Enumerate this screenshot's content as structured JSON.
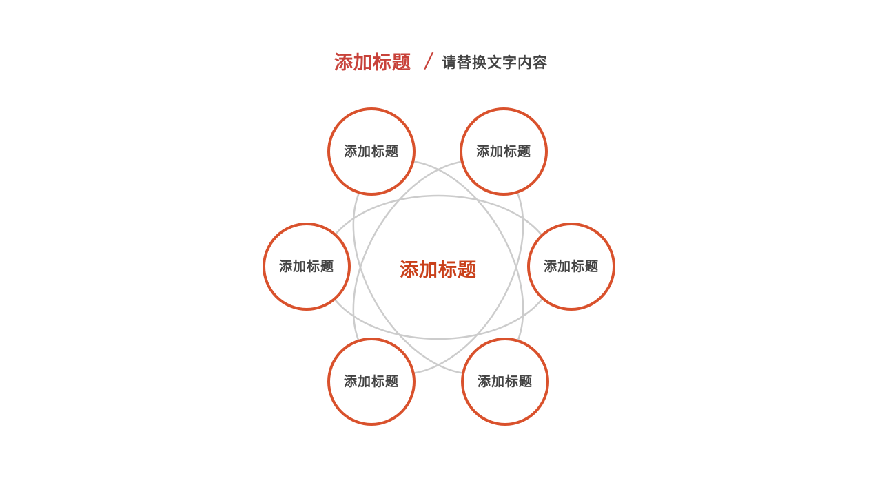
{
  "header": {
    "title": "添加标题",
    "separator": "/",
    "subtitle": "请替换文字内容"
  },
  "diagram": {
    "center_label": "添加标题",
    "nodes": [
      {
        "label": "添加标题",
        "position": "top-left"
      },
      {
        "label": "添加标题",
        "position": "top-right"
      },
      {
        "label": "添加标题",
        "position": "left"
      },
      {
        "label": "添加标题",
        "position": "right"
      },
      {
        "label": "添加标题",
        "position": "bottom-left"
      },
      {
        "label": "添加标题",
        "position": "bottom-right"
      }
    ]
  },
  "colors": {
    "title_red": "#C8423A",
    "node_border": "#D9512C",
    "center_text": "#C9401A",
    "node_text": "#444444",
    "orbit_gray": "#CCCCCC"
  }
}
